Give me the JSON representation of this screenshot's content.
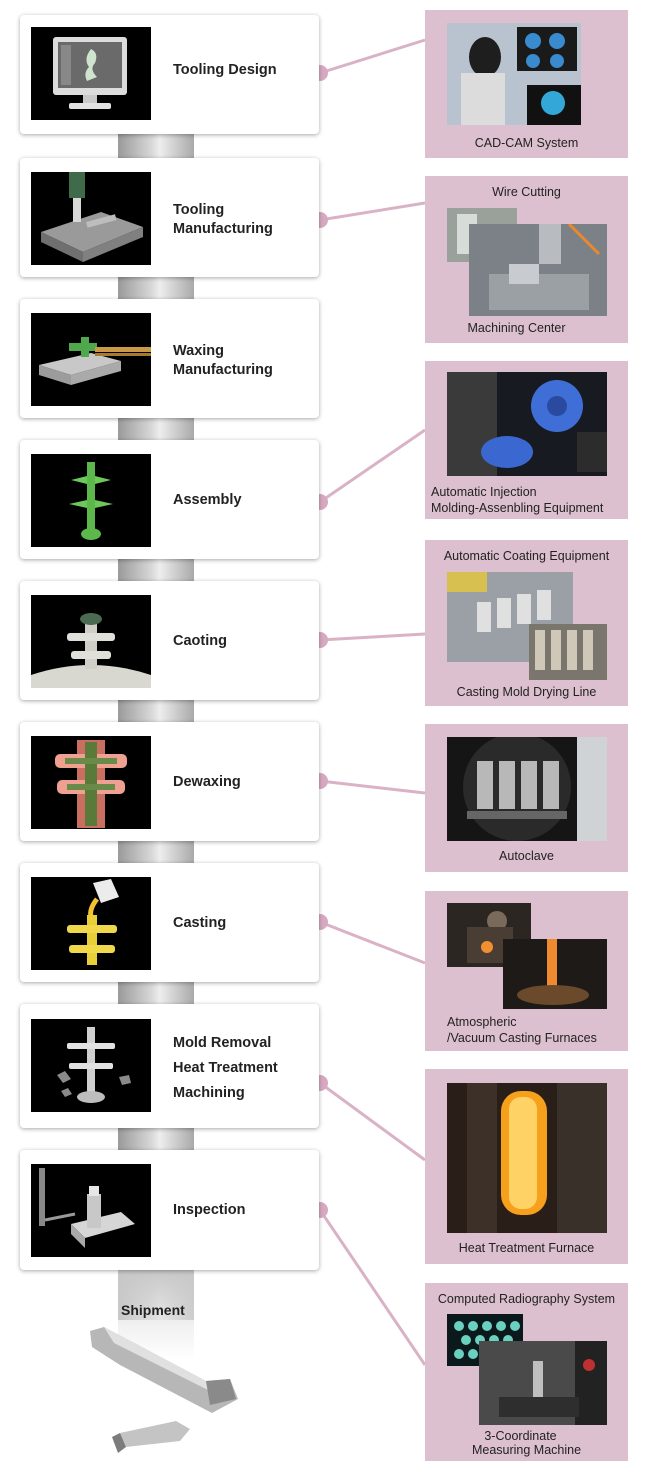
{
  "steps": [
    {
      "lines": [
        "Tooling Design"
      ],
      "icon": "monitor-icon"
    },
    {
      "lines": [
        "Tooling",
        "Manufacturing"
      ],
      "icon": "milling-icon"
    },
    {
      "lines": [
        "Waxing",
        "Manufacturing"
      ],
      "icon": "wax-injection-icon"
    },
    {
      "lines": [
        "Assembly"
      ],
      "icon": "wax-tree-icon"
    },
    {
      "lines": [
        "Caoting"
      ],
      "icon": "coating-icon"
    },
    {
      "lines": [
        "Dewaxing"
      ],
      "icon": "dewax-icon"
    },
    {
      "lines": [
        "Casting"
      ],
      "icon": "pour-icon"
    },
    {
      "lines": [
        "Mold Removal",
        "Heat Treatment",
        "Machining"
      ],
      "icon": "mold-removal-icon"
    },
    {
      "lines": [
        "Inspection"
      ],
      "icon": "probe-icon"
    }
  ],
  "panels": {
    "p1": {
      "bottom": "CAD-CAM System"
    },
    "p2": {
      "top": "Wire Cutting",
      "bottom": "Machining Center"
    },
    "p3": {
      "bottom1": "Automatic Injection",
      "bottom2": "Molding-Assenbling Equipment"
    },
    "p4": {
      "top": "Automatic Coating Equipment",
      "bottom": "Casting Mold Drying Line"
    },
    "p5": {
      "bottom": "Autoclave"
    },
    "p6": {
      "bottom1": "Atmospheric",
      "bottom2": "/Vacuum Casting Furnaces"
    },
    "p7": {
      "bottom": "Heat Treatment Furnace"
    },
    "p8": {
      "top": "Computed Radiography System",
      "bottom1": "3-Coordinate",
      "bottom2": "Measuring Machine"
    }
  },
  "shipment": "Shipment",
  "colors": {
    "panel": "#dcc0cf",
    "connector": "#d9b2c6",
    "dot": "#d7a9c1"
  }
}
